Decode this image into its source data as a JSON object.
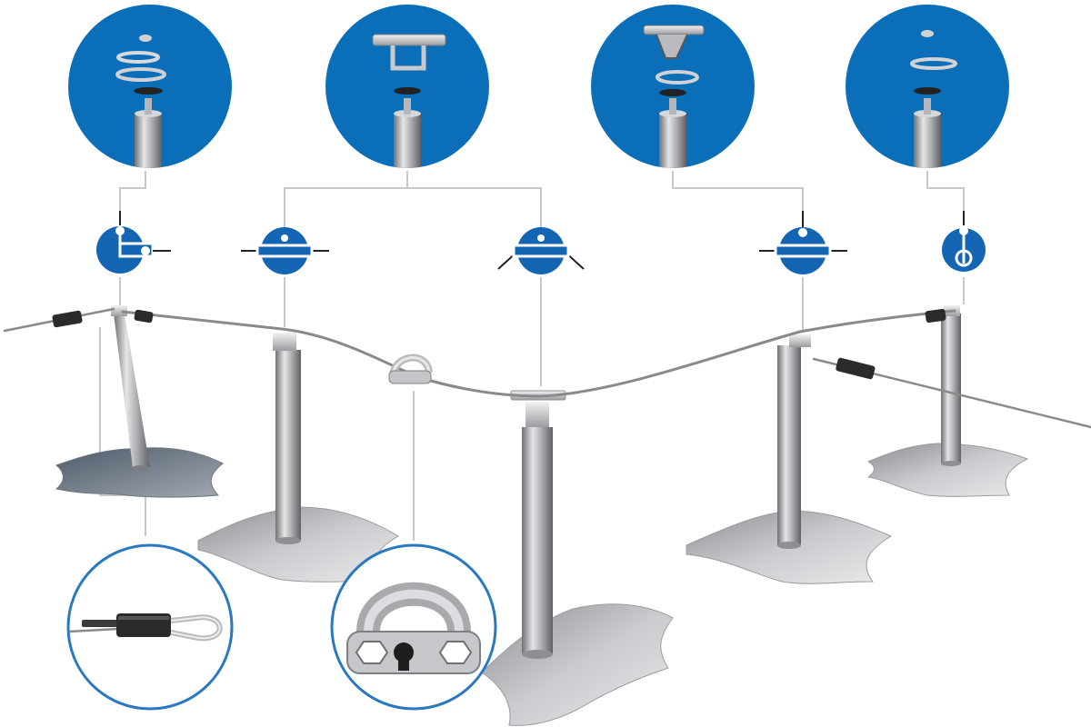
{
  "colors": {
    "circle_blue": "#0a6fb8",
    "icon_blue": "#1466b4",
    "connector_gray": "#c8c8c8",
    "cable": "#8a8a8a",
    "metal_light": "#d9dadc",
    "metal_mid": "#a9abae",
    "metal_dark": "#6e7074",
    "rubber": "#2b2b2b",
    "detail_ring": "#2a78c2"
  },
  "components": {
    "top_details": [
      {
        "id": "corner-end-kit",
        "icon": "end-corner-bracket-icon"
      },
      {
        "id": "straight-intermediate-kit",
        "icon": "t-bracket-icon"
      },
      {
        "id": "angled-intermediate-kit",
        "icon": "angled-t-bracket-icon"
      },
      {
        "id": "end-kit",
        "icon": "end-bracket-icon"
      }
    ],
    "schematics": [
      {
        "id": "corner-end-schematic",
        "icon": "corner-end-pulley-icon"
      },
      {
        "id": "straight-schematic",
        "icon": "straight-pass-through-icon"
      },
      {
        "id": "angled-schematic",
        "icon": "angled-pass-through-icon"
      },
      {
        "id": "tee-schematic",
        "icon": "tee-pass-through-icon"
      },
      {
        "id": "end-schematic",
        "icon": "end-pulley-icon"
      }
    ],
    "bottom_details": [
      {
        "id": "cable-tensioner-detail",
        "icon": "swage-terminal-icon"
      },
      {
        "id": "shuttle-detail",
        "icon": "traveller-shuttle-icon"
      }
    ],
    "posts": [
      {
        "id": "post-1",
        "icon": "anchor-post-icon"
      },
      {
        "id": "post-2",
        "icon": "anchor-post-icon"
      },
      {
        "id": "post-3",
        "icon": "anchor-post-icon"
      },
      {
        "id": "post-4",
        "icon": "anchor-post-icon"
      },
      {
        "id": "post-5",
        "icon": "anchor-post-icon"
      }
    ]
  }
}
